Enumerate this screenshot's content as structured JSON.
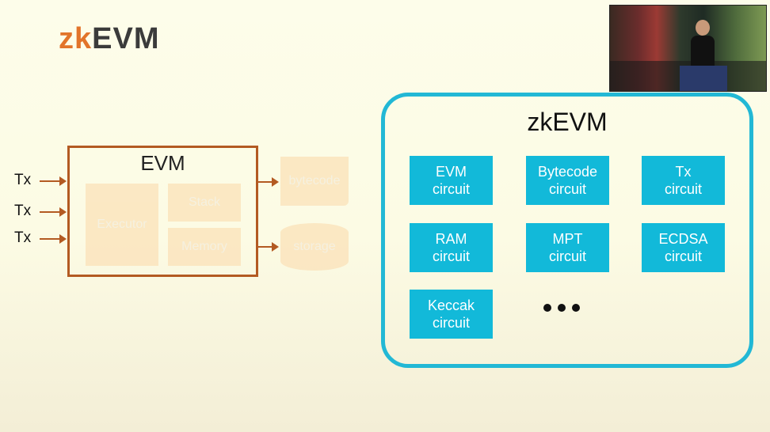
{
  "slide_title": {
    "part1": "zk",
    "part2": "EVM"
  },
  "evm_block": {
    "label": "EVM",
    "components": {
      "executor": "Executor",
      "stack": "Stack",
      "memory": "Memory"
    },
    "outputs": {
      "bytecode": "bytecode",
      "storage": "storage"
    },
    "inputs": [
      "Tx",
      "Tx",
      "Tx"
    ]
  },
  "zkevm_panel": {
    "label": "zkEVM",
    "circuits": [
      {
        "line1": "EVM",
        "line2": "circuit"
      },
      {
        "line1": "Bytecode",
        "line2": "circuit"
      },
      {
        "line1": "Tx",
        "line2": "circuit"
      },
      {
        "line1": "RAM",
        "line2": "circuit"
      },
      {
        "line1": "MPT",
        "line2": "circuit"
      },
      {
        "line1": "ECDSA",
        "line2": "circuit"
      },
      {
        "line1": "Keccak",
        "line2": "circuit"
      }
    ]
  },
  "colors": {
    "accent_orange": "#e2742a",
    "evm_border": "#b35a22",
    "circuit_fill": "#12b9d9",
    "panel_border": "#22b8d5"
  }
}
